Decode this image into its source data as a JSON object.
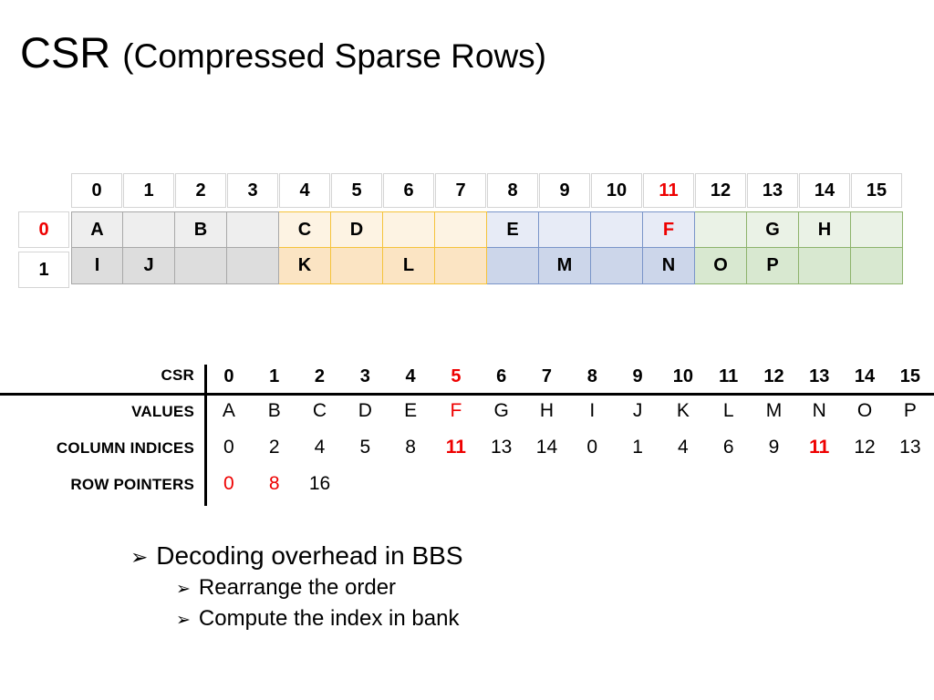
{
  "slide": {
    "title_main": "CSR ",
    "title_sub": "(Compressed Sparse Rows)",
    "accent_color": "#ee0000"
  },
  "matrix": {
    "column_headers": [
      "0",
      "1",
      "2",
      "3",
      "4",
      "5",
      "6",
      "7",
      "8",
      "9",
      "10",
      "11",
      "12",
      "13",
      "14",
      "15"
    ],
    "highlight_column_header": "11",
    "row_labels": [
      "0",
      "1"
    ],
    "highlight_row_label": "0",
    "groups": [
      {
        "name": "gray",
        "columns": [
          0,
          1,
          2,
          3
        ],
        "fill_row0": "#eeeeee",
        "fill_row1": "#dddddd",
        "border": "#a8a8a8"
      },
      {
        "name": "orange",
        "columns": [
          4,
          5,
          6,
          7
        ],
        "fill_row0": "#fdf3e3",
        "fill_row1": "#fbe4c3",
        "border": "#f5c33c"
      },
      {
        "name": "blue",
        "columns": [
          8,
          9,
          10,
          11
        ],
        "fill_row0": "#e7ebf6",
        "fill_row1": "#ccd6ea",
        "border": "#7a95c9"
      },
      {
        "name": "green",
        "columns": [
          12,
          13,
          14,
          15
        ],
        "fill_row0": "#eaf2e6",
        "fill_row1": "#d8e8d0",
        "border": "#8db36b"
      }
    ],
    "rows": [
      {
        "label": "0",
        "cells": [
          "A",
          "",
          "B",
          "",
          "C",
          "D",
          "",
          "",
          "E",
          "",
          "",
          "F",
          "",
          "G",
          "H",
          ""
        ],
        "highlight_cells": [
          "F"
        ]
      },
      {
        "label": "1",
        "cells": [
          "I",
          "J",
          "",
          "",
          "K",
          "",
          "L",
          "",
          "",
          "M",
          "",
          "N",
          "O",
          "P",
          "",
          ""
        ],
        "highlight_cells": []
      }
    ]
  },
  "csr_table": {
    "corner_label": "CSR",
    "index_header": [
      "0",
      "1",
      "2",
      "3",
      "4",
      "5",
      "6",
      "7",
      "8",
      "9",
      "10",
      "11",
      "12",
      "13",
      "14",
      "15"
    ],
    "index_header_highlight": "5",
    "rows": [
      {
        "label": "VALUES",
        "values": [
          "A",
          "B",
          "C",
          "D",
          "E",
          "F",
          "G",
          "H",
          "I",
          "J",
          "K",
          "L",
          "M",
          "N",
          "O",
          "P"
        ],
        "highlight": [
          "F"
        ]
      },
      {
        "label": "COLUMN INDICES",
        "values": [
          "0",
          "2",
          "4",
          "5",
          "8",
          "11",
          "13",
          "14",
          "0",
          "1",
          "4",
          "6",
          "9",
          "11",
          "12",
          "13"
        ],
        "highlight": [
          "11"
        ]
      },
      {
        "label": "ROW POINTERS",
        "values": [
          "0",
          "8",
          "16"
        ],
        "highlight": [
          "0",
          "8"
        ]
      }
    ]
  },
  "bullets": {
    "marker": "➢",
    "items": [
      {
        "level": 1,
        "text": "Decoding overhead in BBS"
      },
      {
        "level": 2,
        "text": "Rearrange the order"
      },
      {
        "level": 2,
        "text": "Compute the index in bank"
      }
    ]
  }
}
